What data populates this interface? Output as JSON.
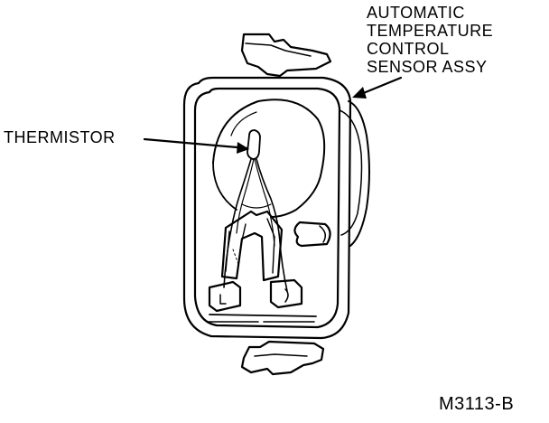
{
  "callouts": {
    "sensor_lines": [
      "AUTOMATIC",
      "TEMPERATURE",
      "CONTROL",
      "SENSOR ASSY"
    ],
    "thermistor": "THERMISTOR"
  },
  "figure_code": "M3113-B"
}
